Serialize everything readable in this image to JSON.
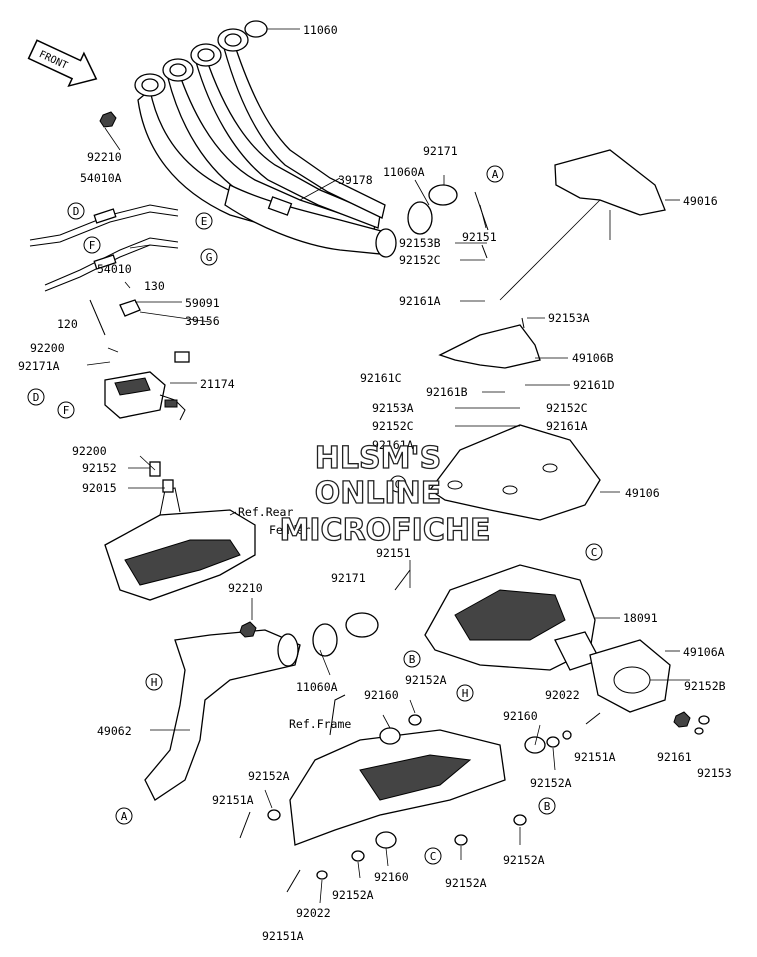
{
  "front_arrow": {
    "text": "FRONT"
  },
  "watermark": {
    "line1": "HLSM'S",
    "line2": "ONLINE",
    "line3": "MICROFICHE"
  },
  "refs": {
    "rear_fender": "Ref.Rear",
    "rear_fender_2": "Fender",
    "frame": "Ref.Frame"
  },
  "labels": {
    "l_11060": "11060",
    "l_92210_top": "92210",
    "l_54010A": "54010A",
    "l_39178": "39178",
    "l_54010": "54010",
    "l_130": "130",
    "l_59091": "59091",
    "l_39156": "39156",
    "l_120": "120",
    "l_92200_a": "92200",
    "l_92171A": "92171A",
    "l_21174": "21174",
    "l_92200_b": "92200",
    "l_92152": "92152",
    "l_92015": "92015",
    "l_92171_top": "92171",
    "l_11060A_top": "11060A",
    "l_92151_top": "92151",
    "l_49016": "49016",
    "l_92153B": "92153B",
    "l_92152C_a": "92152C",
    "l_92161A_a": "92161A",
    "l_92153A_a": "92153A",
    "l_49106B": "49106B",
    "l_92161C": "92161C",
    "l_92161B": "92161B",
    "l_92161D": "92161D",
    "l_92153A_b": "92153A",
    "l_92152C_b": "92152C",
    "l_92152C_c": "92152C",
    "l_92161A_b": "92161A",
    "l_92161A_c": "92161A",
    "l_49106": "49106",
    "l_92151_mid": "92151",
    "l_92171_mid": "92171",
    "l_18091": "18091",
    "l_92210_mid": "92210",
    "l_49106A": "49106A",
    "l_11060A_mid": "11060A",
    "l_92152A_a": "92152A",
    "l_92160_a": "92160",
    "l_92022_a": "92022",
    "l_92152B": "92152B",
    "l_92160_b": "92160",
    "l_92151A_a": "92151A",
    "l_92161": "92161",
    "l_92153": "92153",
    "l_92152A_b": "92152A",
    "l_49062": "49062",
    "l_92152A_c": "92152A",
    "l_92151A_b": "92151A",
    "l_92152A_d": "92152A",
    "l_92160_c": "92160",
    "l_92152A_e": "92152A",
    "l_92152A_f": "92152A",
    "l_92022_b": "92022",
    "l_92151A_c": "92151A"
  },
  "circles": {
    "c1": "D",
    "c2": "F",
    "c3": "E",
    "c4": "G",
    "c5": "A",
    "c6": "D",
    "c7": "F",
    "c8": "G",
    "c9": "C",
    "c10": "B",
    "c11": "H",
    "c12": "H",
    "c13": "A",
    "c14": "B",
    "c15": "C"
  }
}
